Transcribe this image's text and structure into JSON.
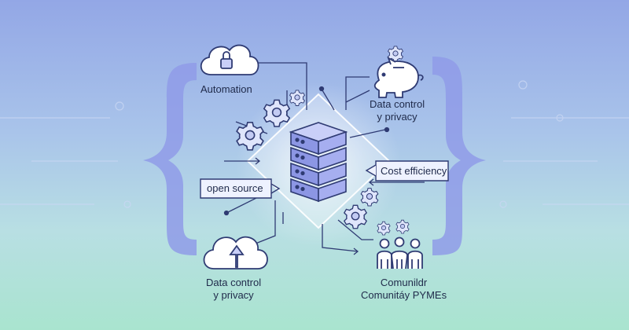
{
  "labels": {
    "top_left": "Automation",
    "top_right": [
      "Data control",
      "y privacy"
    ],
    "middle_left": "open source",
    "middle_right": "Cost efficiency",
    "bottom_left": [
      "Data control",
      "y privacy"
    ],
    "bottom_right": [
      "Comunildr",
      "Comunitáy PYMEs"
    ]
  },
  "colors": {
    "accent": "#7d88e0",
    "stroke": "#2f3b73",
    "panel": "#eef2ff",
    "bracket": "#8f9be8"
  },
  "icons": [
    "lock-cloud-icon",
    "piggy-bank-icon",
    "server-stack-icon",
    "upload-cloud-icon",
    "people-group-icon",
    "gear-icon"
  ]
}
